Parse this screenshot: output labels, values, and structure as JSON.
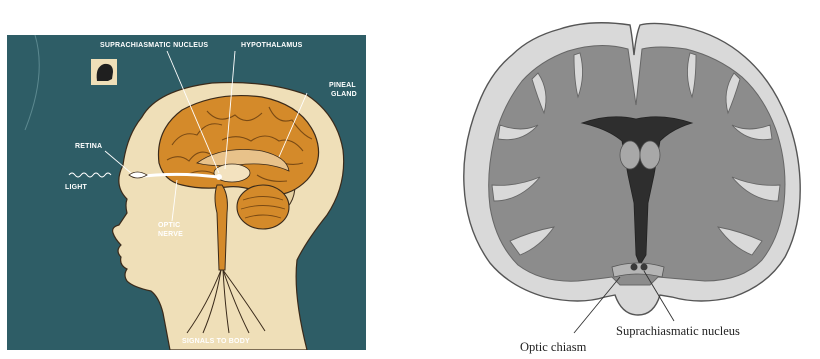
{
  "left_diagram": {
    "labels": {
      "scn": "SUPRACHIASMATIC NUCLEUS",
      "hypothalamus": "HYPOTHALAMUS",
      "pineal_1": "PINEAL",
      "pineal_2": "GLAND",
      "retina": "RETINA",
      "light": "LIGHT",
      "optic_1": "OPTIC",
      "optic_2": "NERVE",
      "signals": "SIGNALS TO BODY"
    },
    "colors": {
      "background": "#2e5d66",
      "skin": "#efdfb8",
      "brain": "#d48a2a",
      "outline": "#3a2a1a"
    }
  },
  "right_diagram": {
    "labels": {
      "optic_chiasm": "Optic chiasm",
      "scn": "Suprachiasmatic nucleus"
    },
    "colors": {
      "cortex": "#d9d9d9",
      "white_matter": "#8c8c8c",
      "ventricle": "#2e2e2e",
      "outline": "#555555"
    }
  }
}
